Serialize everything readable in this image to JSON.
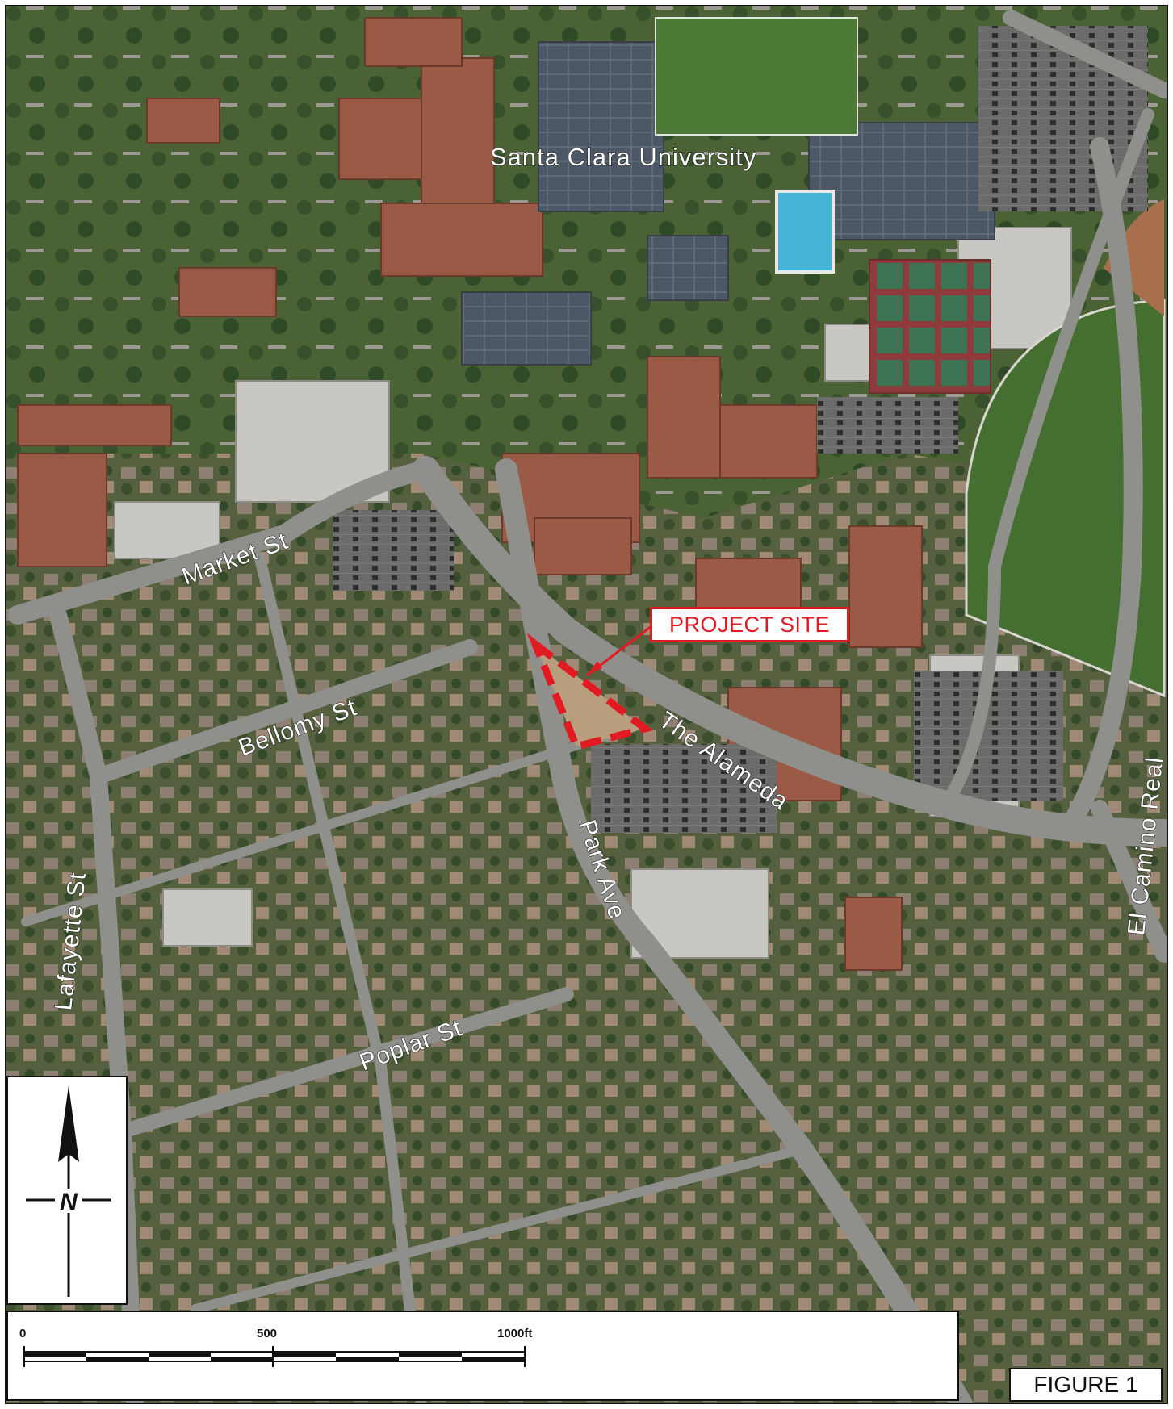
{
  "labels": {
    "university": "Santa Clara University",
    "project_site": "PROJECT SITE",
    "market_st": "Market St",
    "bellomy_st": "Bellomy St",
    "the_alameda": "The Alameda",
    "park_ave": "Park Ave",
    "lafayette_st": "Lafayette St",
    "poplar_st": "Poplar St",
    "el_camino_real": "El Camino Real"
  },
  "north_arrow": {
    "letter": "N"
  },
  "scale_bar": {
    "ticks": [
      "0",
      "500",
      "1000ft"
    ]
  },
  "figure": {
    "label": "FIGURE 1"
  },
  "colors": {
    "site_outline": "#e21b23",
    "vegetation": "#3f5a2e",
    "roof_terracotta": "#9a5a45",
    "road": "#8f8f8c",
    "field": "#4d7a35",
    "pool": "#46b3d8"
  }
}
